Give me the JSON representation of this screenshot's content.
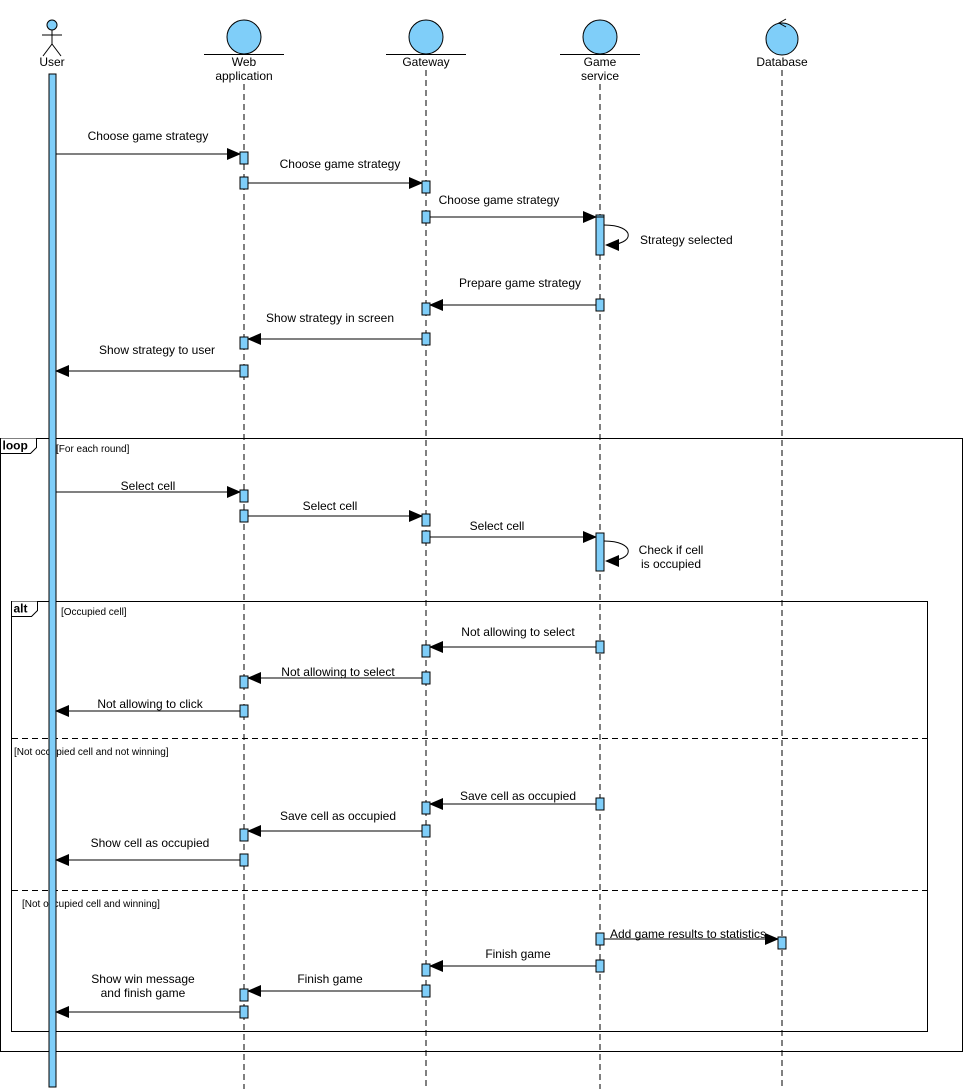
{
  "diagram": {
    "colors": {
      "fill": "#7fcef9",
      "stroke": "#000000",
      "frame": "#000000"
    },
    "participants": [
      {
        "id": "user",
        "kind": "actor",
        "label_lines": [
          "User"
        ]
      },
      {
        "id": "web",
        "kind": "boundary",
        "label_lines": [
          "Web",
          "application"
        ]
      },
      {
        "id": "gateway",
        "kind": "boundary",
        "label_lines": [
          "Gateway"
        ]
      },
      {
        "id": "game",
        "kind": "boundary",
        "label_lines": [
          "Game",
          "service"
        ]
      },
      {
        "id": "db",
        "kind": "control",
        "label_lines": [
          "Database"
        ]
      }
    ],
    "messages": [
      {
        "from": "user",
        "to": "web",
        "label_lines": [
          "Choose game strategy"
        ]
      },
      {
        "from": "web",
        "to": "gateway",
        "label_lines": [
          "Choose game strategy"
        ]
      },
      {
        "from": "gateway",
        "to": "game",
        "label_lines": [
          "Choose game strategy"
        ]
      },
      {
        "from": "game",
        "to": "game",
        "label_lines": [
          "Strategy selected"
        ]
      },
      {
        "from": "game",
        "to": "gateway",
        "label_lines": [
          "Prepare game strategy"
        ]
      },
      {
        "from": "gateway",
        "to": "web",
        "label_lines": [
          "Show strategy in screen"
        ]
      },
      {
        "from": "web",
        "to": "user",
        "label_lines": [
          "Show strategy to user"
        ]
      },
      {
        "from": "user",
        "to": "web",
        "label_lines": [
          "Select cell"
        ]
      },
      {
        "from": "web",
        "to": "gateway",
        "label_lines": [
          "Select cell"
        ]
      },
      {
        "from": "gateway",
        "to": "game",
        "label_lines": [
          "Select cell"
        ]
      },
      {
        "from": "game",
        "to": "game",
        "label_lines": [
          "Check if cell",
          "is occupied"
        ]
      },
      {
        "from": "game",
        "to": "gateway",
        "label_lines": [
          "Not allowing to select"
        ]
      },
      {
        "from": "gateway",
        "to": "web",
        "label_lines": [
          "Not allowing to select"
        ]
      },
      {
        "from": "web",
        "to": "user",
        "label_lines": [
          "Not allowing to click"
        ]
      },
      {
        "from": "game",
        "to": "gateway",
        "label_lines": [
          "Save cell as occupied"
        ]
      },
      {
        "from": "gateway",
        "to": "web",
        "label_lines": [
          "Save cell as occupied"
        ]
      },
      {
        "from": "web",
        "to": "user",
        "label_lines": [
          "Show cell as occupied"
        ]
      },
      {
        "from": "game",
        "to": "db",
        "label_lines": [
          "Add game results to statistics"
        ]
      },
      {
        "from": "game",
        "to": "gateway",
        "label_lines": [
          "Finish game"
        ]
      },
      {
        "from": "gateway",
        "to": "web",
        "label_lines": [
          "Finish game"
        ]
      },
      {
        "from": "web",
        "to": "user",
        "label_lines": [
          "Show win message",
          "and finish game"
        ]
      }
    ],
    "fragments": {
      "loop": {
        "operator": "loop",
        "guard": "[For each round]"
      },
      "alt": {
        "operator": "alt",
        "guards": [
          "[Occupied cell]",
          "[Not occupied cell and not winning]",
          "[Not occupied cell and winning]"
        ]
      }
    }
  }
}
